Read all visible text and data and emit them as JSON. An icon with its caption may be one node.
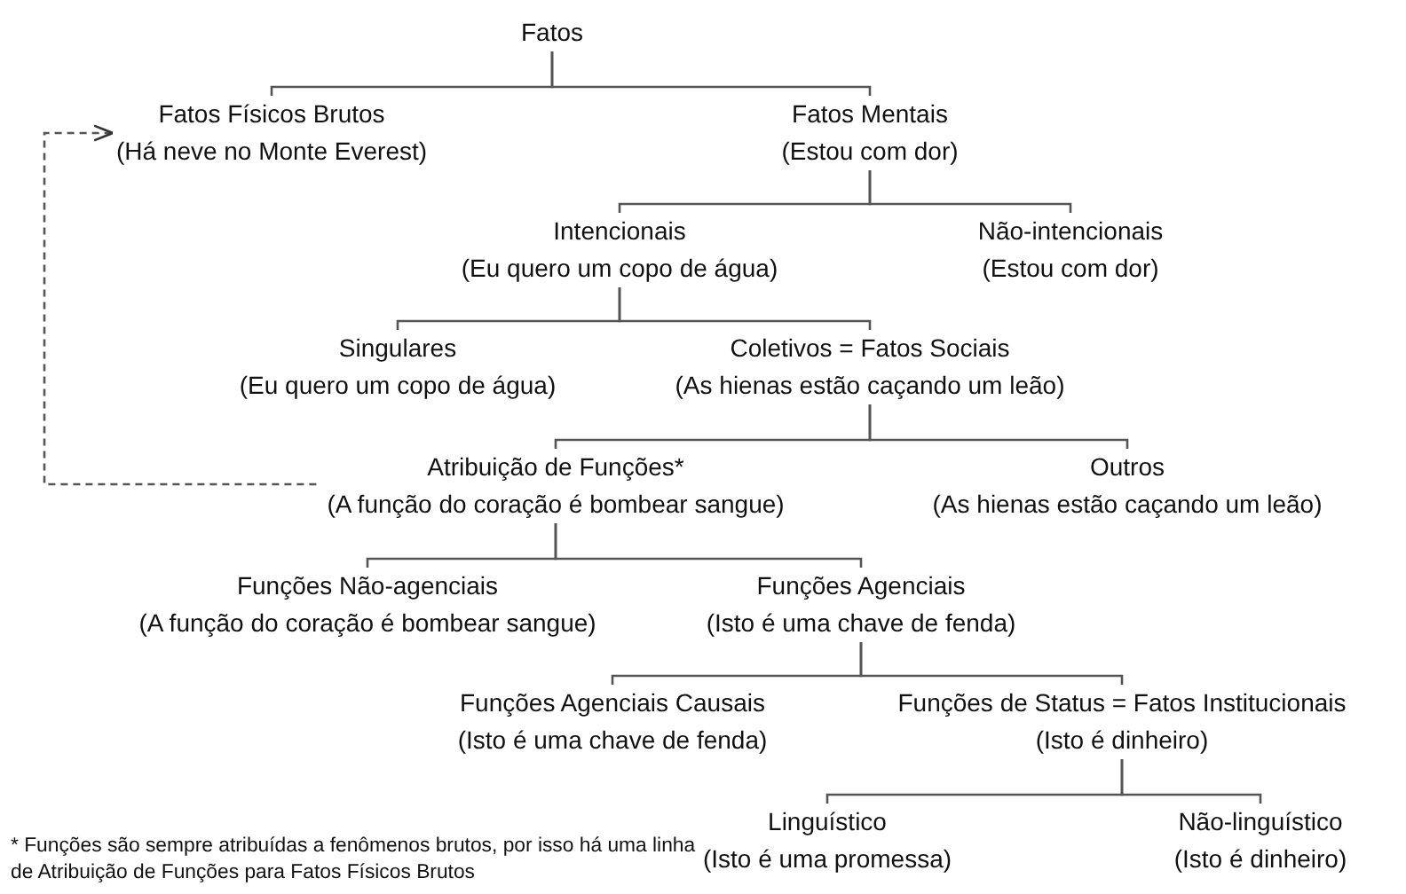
{
  "diagram": {
    "nodes": [
      {
        "text": [
          "Fatos"
        ]
      },
      {
        "text": [
          "Fatos Físicos Brutos",
          "(Há neve no Monte Everest)"
        ]
      },
      {
        "text": [
          "Fatos Mentais",
          "(Estou com dor)"
        ]
      },
      {
        "text": [
          "Intencionais",
          "(Eu quero um copo de água)"
        ]
      },
      {
        "text": [
          "Não-intencionais",
          "(Estou com dor)"
        ]
      },
      {
        "text": [
          "Singulares",
          "(Eu quero um copo de água)"
        ]
      },
      {
        "text": [
          "Coletivos = Fatos Sociais",
          "(As hienas estão caçando um leão)"
        ]
      },
      {
        "text": [
          "Atribuição de Funções*",
          "(A função do coração é bombear sangue)"
        ]
      },
      {
        "text": [
          "Outros",
          "(As hienas estão caçando um leão)"
        ]
      },
      {
        "text": [
          "Funções Não-agenciais",
          "(A função do coração é bombear sangue)"
        ]
      },
      {
        "text": [
          "Funções Agenciais",
          "(Isto é uma chave de fenda)"
        ]
      },
      {
        "text": [
          "Funções Agenciais Causais",
          "(Isto é uma chave de fenda)"
        ]
      },
      {
        "text": [
          "Funções de Status = Fatos Institucionais",
          "(Isto é dinheiro)"
        ]
      },
      {
        "text": [
          "Linguístico",
          "(Isto é uma promessa)"
        ]
      },
      {
        "text": [
          "Não-linguístico",
          "(Isto é dinheiro)"
        ]
      }
    ],
    "edges": [
      {
        "from": 0,
        "to": 1,
        "arrow": "none"
      },
      {
        "from": 0,
        "to": 2,
        "arrow": "none"
      },
      {
        "from": 2,
        "to": 3,
        "arrow": "none"
      },
      {
        "from": 2,
        "to": 4,
        "arrow": "none"
      },
      {
        "from": 3,
        "to": 5,
        "arrow": "none"
      },
      {
        "from": 3,
        "to": 6,
        "arrow": "none"
      },
      {
        "from": 6,
        "to": 7,
        "arrow": "none"
      },
      {
        "from": 6,
        "to": 8,
        "arrow": "none"
      },
      {
        "from": 7,
        "to": 9,
        "arrow": "none"
      },
      {
        "from": 7,
        "to": 10,
        "arrow": "none"
      },
      {
        "from": 10,
        "to": 11,
        "arrow": "none"
      },
      {
        "from": 10,
        "to": 12,
        "arrow": "none"
      },
      {
        "from": 12,
        "to": 13,
        "arrow": "none"
      },
      {
        "from": 12,
        "to": 14,
        "arrow": "none"
      },
      {
        "from": 7,
        "to": 1,
        "arrow": "to",
        "style": "dashed"
      }
    ],
    "labels": [
      "* Funções são sempre atribuídas a fenômenos brutos, por isso há uma linha de Atribuição de Funções para Fatos Físicos Brutos"
    ]
  }
}
